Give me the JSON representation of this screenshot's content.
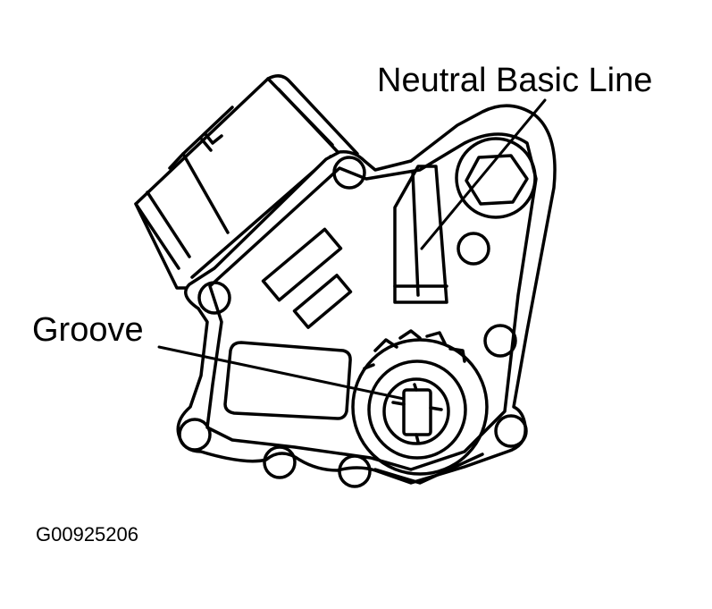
{
  "labels": {
    "neutral_basic_line": "Neutral Basic Line",
    "groove": "Groove"
  },
  "figure_id": "G00925206",
  "colors": {
    "ink": "#000000",
    "paper": "#ffffff"
  }
}
